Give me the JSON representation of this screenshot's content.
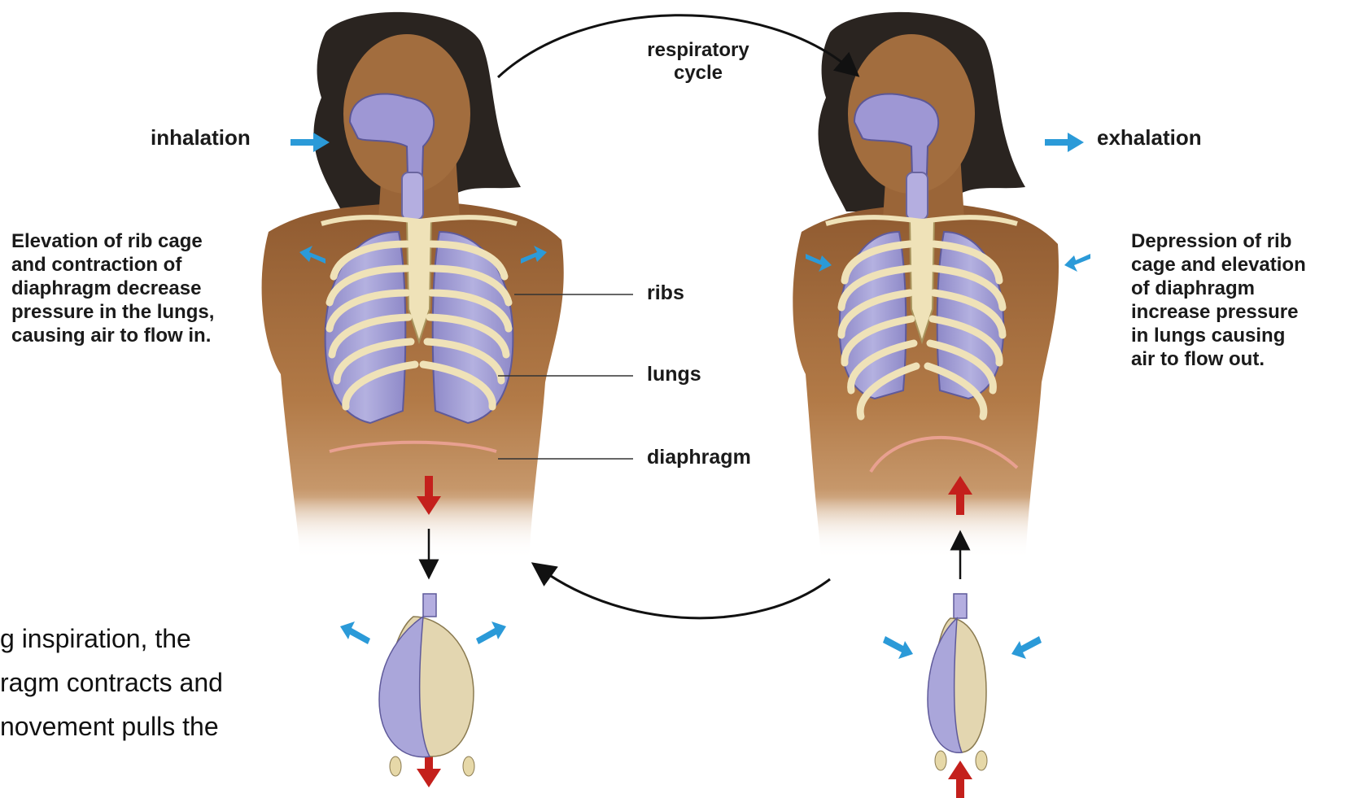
{
  "diagram": {
    "cycle_label": "respiratory\ncycle",
    "left": {
      "phase": "inhalation",
      "description": "Elevation of rib cage\nand contraction of\ndiaphragm decrease\npressure in the lungs,\ncausing air to flow in."
    },
    "right": {
      "phase": "exhalation",
      "description": "Depression of rib\ncage and elevation\nof diaphragm\nincrease pressure\nin lungs causing\nair to flow out."
    },
    "parts": {
      "ribs": "ribs",
      "lungs": "lungs",
      "diaphragm": "diaphragm"
    },
    "caption": "g inspiration, the\nragm contracts and\nnovement pulls the",
    "colors": {
      "skin": "#b07a4a",
      "skin_dark": "#7a4a24",
      "hair": "#2a2420",
      "lung": "#a7a4d6",
      "lung_dark": "#7b76b6",
      "bone": "#efe2b8",
      "airflow_arrow": "#2b9ad8",
      "diaphragm_arrow": "#c4201c",
      "diaphragm_line": "#e8a090"
    }
  }
}
